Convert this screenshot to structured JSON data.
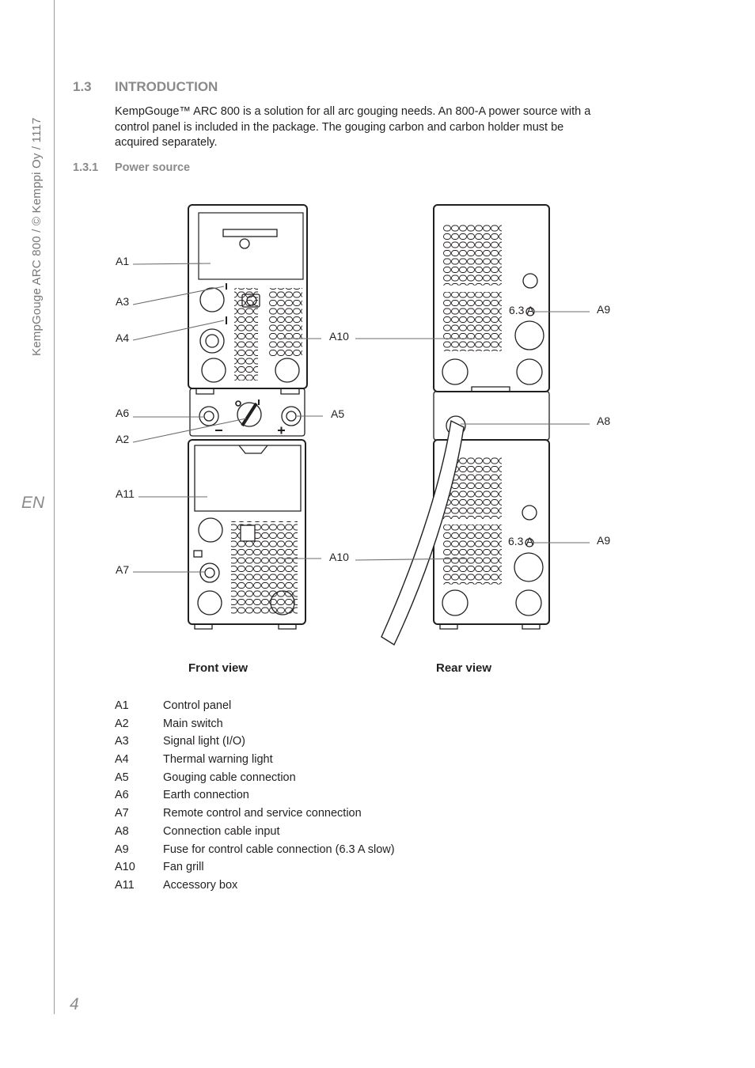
{
  "sidebar": {
    "vertical_text": "KempGouge ARC 800 / © Kemppi Oy / 1117",
    "language": "EN",
    "page_number": "4"
  },
  "section": {
    "number": "1.3",
    "title": "INTRODUCTION",
    "body": "KempGouge™ ARC 800 is a solution for all arc gouging needs. An 800-A power source with a control panel is included in the package. The gouging carbon and carbon holder must be acquired separately."
  },
  "subsection": {
    "number": "1.3.1",
    "title": "Power source"
  },
  "figure": {
    "front_caption": "Front view",
    "rear_caption": "Rear view",
    "fuse_text": "6.3 A",
    "callouts": {
      "a1": "A1",
      "a3": "A3",
      "a4": "A4",
      "a6": "A6",
      "a2": "A2",
      "a11": "A11",
      "a7": "A7",
      "a10_top": "A10",
      "a5": "A5",
      "a10_bottom": "A10",
      "a9_top": "A9",
      "a8": "A8",
      "a9_bottom": "A9"
    }
  },
  "legend": [
    {
      "code": "A1",
      "label": "Control panel"
    },
    {
      "code": "A2",
      "label": "Main switch"
    },
    {
      "code": "A3",
      "label": "Signal light (I/O)"
    },
    {
      "code": "A4",
      "label": "Thermal warning light"
    },
    {
      "code": "A5",
      "label": "Gouging cable connection"
    },
    {
      "code": "A6",
      "label": "Earth connection"
    },
    {
      "code": "A7",
      "label": "Remote control and service connection"
    },
    {
      "code": "A8",
      "label": "Connection cable input"
    },
    {
      "code": "A9",
      "label": "Fuse for control cable connection (6.3 A slow)"
    },
    {
      "code": "A10",
      "label": "Fan grill"
    },
    {
      "code": "A11",
      "label": "Accessory box"
    }
  ]
}
